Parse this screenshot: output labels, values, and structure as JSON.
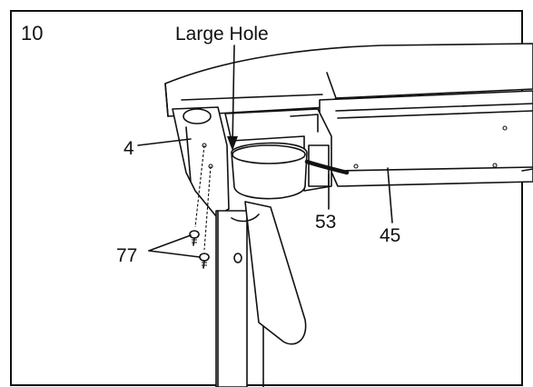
{
  "step": "10",
  "callouts": {
    "large_hole": "Large Hole",
    "part_4": "4",
    "part_77": "77",
    "part_53": "53",
    "part_45": "45"
  },
  "colors": {
    "line": "#111111",
    "background": "#ffffff"
  }
}
